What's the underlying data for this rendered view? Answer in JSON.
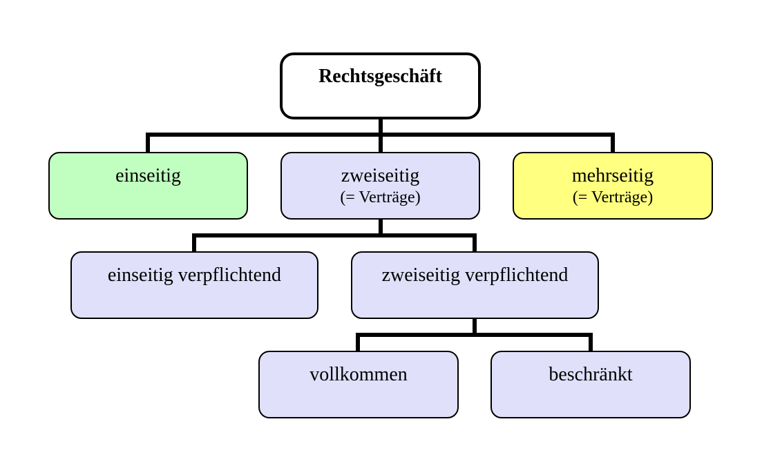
{
  "diagram": {
    "root": {
      "label": "Rechtsgeschäft",
      "color": "#ffffff"
    },
    "einseitig": {
      "label": "einseitig",
      "color": "#c0ffc0"
    },
    "zweiseitig": {
      "label": "zweiseitig",
      "sublabel": "(= Verträge)",
      "color": "#e0e0fa"
    },
    "mehrseitig": {
      "label": "mehrseitig",
      "sublabel": "(= Verträge)",
      "color": "#ffff80"
    },
    "einseitig_verpflichtend": {
      "label": "einseitig verpflichtend",
      "color": "#e0e0fa"
    },
    "zweiseitig_verpflichtend": {
      "label": "zweiseitig verpflichtend",
      "color": "#e0e0fa"
    },
    "vollkommen": {
      "label": "vollkommen",
      "color": "#e0e0fa"
    },
    "beschraenkt": {
      "label": "beschränkt",
      "color": "#e0e0fa"
    }
  }
}
